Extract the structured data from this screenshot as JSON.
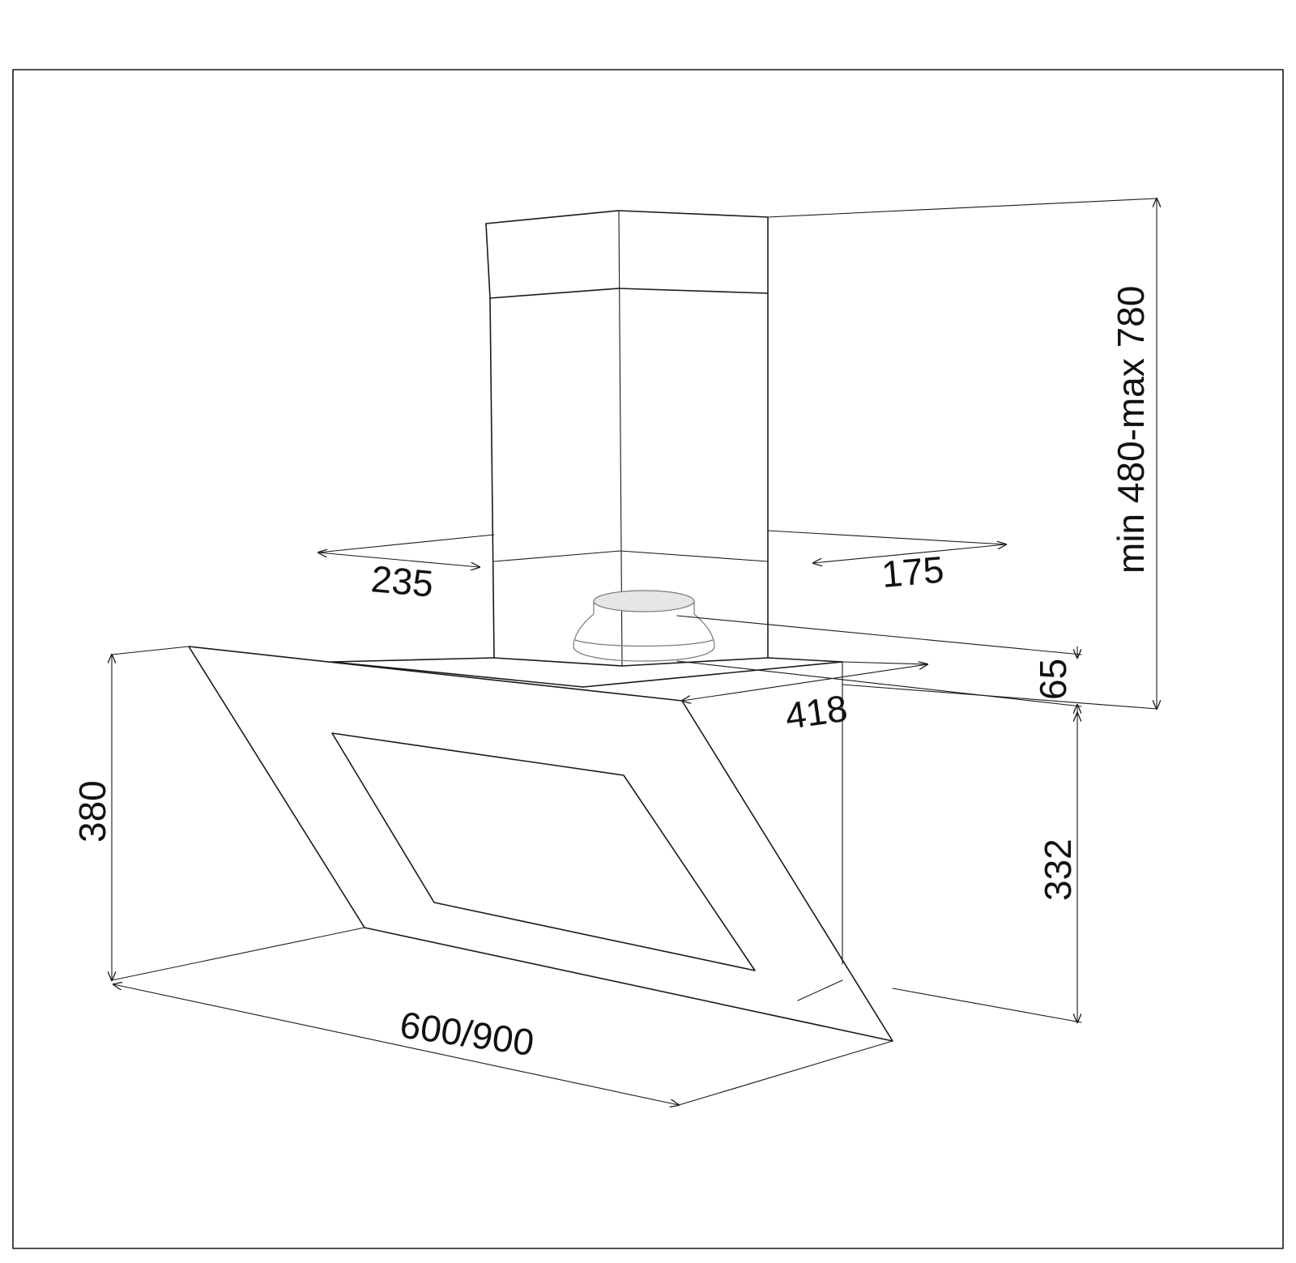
{
  "drawing": {
    "line_color": "#1a1a1a",
    "background": "#ffffff"
  },
  "dimensions": {
    "chimney_height": "min 480-max 780",
    "left_offset": "235",
    "right_offset": "175",
    "outlet_height": "65",
    "depth": "418",
    "hood_height": "380",
    "wall_height": "332",
    "width": "600/900"
  }
}
